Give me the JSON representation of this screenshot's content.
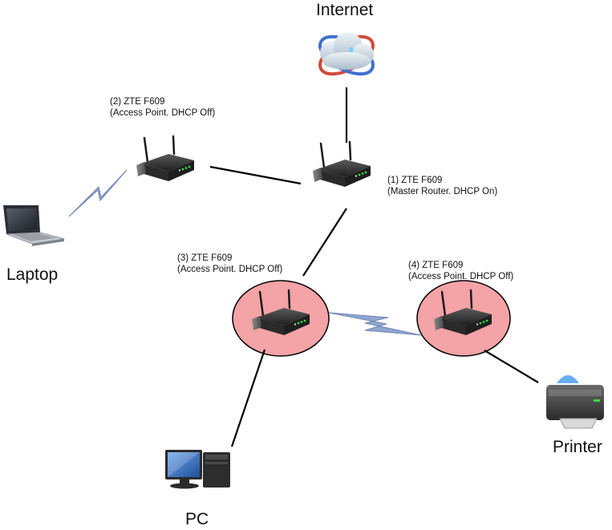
{
  "internet": {
    "label": "Internet"
  },
  "routers": [
    {
      "line1": "(1) ZTE F609",
      "line2": "(Master Router. DHCP On)"
    },
    {
      "line1": "(2) ZTE F609",
      "line2": "(Access Point. DHCP Off)"
    },
    {
      "line1": "(3) ZTE F609",
      "line2": "(Access Point. DHCP Off)"
    },
    {
      "line1": "(4) ZTE F609",
      "line2": "(Access Point. DHCP Off)"
    }
  ],
  "devices": {
    "laptop": "Laptop",
    "pc": "PC",
    "printer": "Printer"
  },
  "colors": {
    "highlight_fill": "#f4a3a6",
    "wired_link": "#000000",
    "wireless_link": "#7b93c4"
  }
}
